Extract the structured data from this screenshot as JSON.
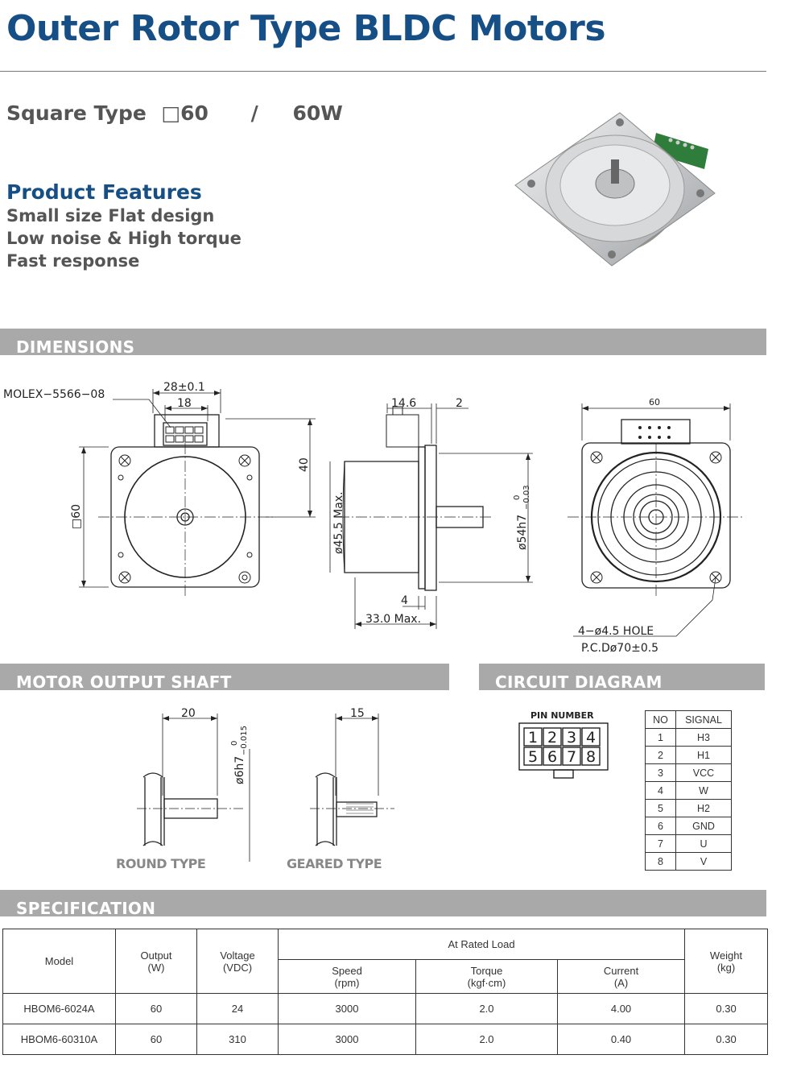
{
  "title": "Outer Rotor Type BLDC Motors",
  "subtitle": {
    "type": "Square Type",
    "size": "□60",
    "sep": "/",
    "power": "60W"
  },
  "features": {
    "heading": "Product Features",
    "items": [
      "Small size Flat design",
      "Low noise & High torque",
      "Fast response"
    ]
  },
  "sections": {
    "dimensions": "DIMENSIONS",
    "shaft": "MOTOR OUTPUT SHAFT",
    "circuit": "CIRCUIT DIAGRAM",
    "spec": "SPECIFICATION"
  },
  "dimensions": {
    "connector": "MOLEX−5566−08",
    "d28": "28±0.1",
    "d18": "18",
    "d40": "40",
    "d60": "□60",
    "d146": "14.6",
    "d2": "2",
    "d455": "ø45.5 Max.",
    "d54": "ø54h7",
    "d54_up": "0",
    "d54_lo": "−0.03",
    "d4": "4",
    "d33": "33.0 Max.",
    "d60top": "60",
    "hole": "4−ø4.5 HOLE",
    "pcd": "P.C.Dø70±0.5"
  },
  "shaft": {
    "d20": "20",
    "d15": "15",
    "d6": "ø6h7",
    "d6_up": "0",
    "d6_lo": "−0.015",
    "round": "ROUND TYPE",
    "geared": "GEARED TYPE"
  },
  "circuit": {
    "pin_title": "PIN NUMBER",
    "pins_top": [
      "1",
      "2",
      "3",
      "4"
    ],
    "pins_bottom": [
      "5",
      "6",
      "7",
      "8"
    ],
    "headers": [
      "NO",
      "SIGNAL"
    ],
    "rows": [
      [
        "1",
        "H3"
      ],
      [
        "2",
        "H1"
      ],
      [
        "3",
        "VCC"
      ],
      [
        "4",
        "W"
      ],
      [
        "5",
        "H2"
      ],
      [
        "6",
        "GND"
      ],
      [
        "7",
        "U"
      ],
      [
        "8",
        "V"
      ]
    ]
  },
  "spec": {
    "h_model": "Model",
    "h_output": "Output",
    "h_output_unit": "(W)",
    "h_voltage": "Voltage",
    "h_voltage_unit": "(VDC)",
    "h_rated": "At Rated Load",
    "h_speed": "Speed",
    "h_speed_unit": "(rpm)",
    "h_torque": "Torque",
    "h_torque_unit": "(kgf·cm)",
    "h_current": "Current",
    "h_current_unit": "(A)",
    "h_weight": "Weight",
    "h_weight_unit": "(kg)",
    "rows": [
      {
        "model": "HBOM6-6024A",
        "output": "60",
        "voltage": "24",
        "speed": "3000",
        "torque": "2.0",
        "current": "4.00",
        "weight": "0.30"
      },
      {
        "model": "HBOM6-60310A",
        "output": "60",
        "voltage": "310",
        "speed": "3000",
        "torque": "2.0",
        "current": "0.40",
        "weight": "0.30"
      }
    ]
  },
  "colors": {
    "title": "#164f86",
    "band": "#a9a9a9",
    "text_gray": "#555555"
  }
}
